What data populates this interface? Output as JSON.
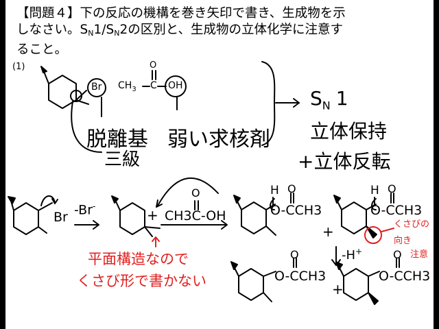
{
  "problem": {
    "bracket_open": "【",
    "heading": "問題４",
    "bracket_close": "】",
    "line1_rest": "下の反応の機構を巻き矢印で書き、生成物を示",
    "line2_a": "しなさい。S",
    "sub_n1": "N",
    "line2_b": "1/S",
    "sub_n2": "N",
    "line2_c": "2の区別と、生成物の立体化学に注意す",
    "line3": "ること。"
  },
  "part_label": "(1)",
  "reactant": {
    "leaving_group": "Br",
    "acid_left": "CH",
    "acid_sub": "3",
    "acid_mid": "C",
    "acid_oh": "OH",
    "carbonyl_o": "O"
  },
  "notes": {
    "leaving_group": "脱離基",
    "tertiary": "三級",
    "weak_nucleophile": "弱い求核剤",
    "mechanism": "S",
    "mechanism_sub": "N",
    "mechanism_num": "1",
    "retention": "立体保持",
    "inversion": "+立体反転"
  },
  "mechanism": {
    "br_label": "Br",
    "minus_br": "-Br",
    "minus_br_sup": "-",
    "plus": "+",
    "acid": "CH3C-OH",
    "acid_o": "O",
    "prod_h": "H",
    "prod_o": "O",
    "prod_text": "O-CCH3",
    "deprot": "-H",
    "deprot_sup": "+",
    "final_text": "O-CCH3",
    "final_o": "O"
  },
  "red_notes": {
    "planar_line1": "平面構造なので",
    "planar_line2": "くさび形で書かない",
    "wedge_direction": "くさびの",
    "wedge_direction2": "向き",
    "caution": "注意"
  },
  "colors": {
    "ink": "#000000",
    "accent": "#e02020",
    "frame": "#000000"
  }
}
